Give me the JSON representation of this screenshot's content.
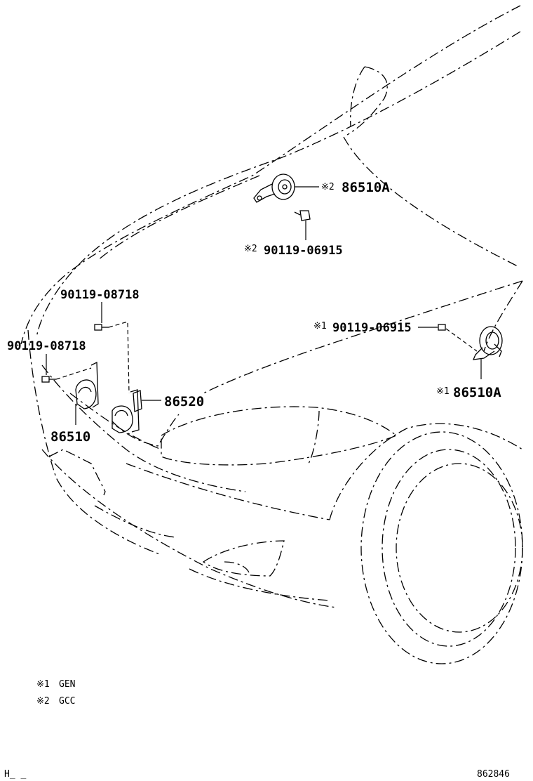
{
  "callouts": {
    "horn_upper": {
      "mark": "※2",
      "part": "86510A"
    },
    "bolt_upper": {
      "mark": "※2",
      "part": "90119-06915"
    },
    "bolt_left_top": {
      "part": "90119-08718"
    },
    "bolt_left_side": {
      "part": "90119-08718"
    },
    "bracket": {
      "part": "86520"
    },
    "horn_left": {
      "part": "86510"
    },
    "bolt_right": {
      "mark": "※1",
      "part": "90119-06915"
    },
    "horn_right": {
      "mark": "※1",
      "part": "86510A"
    }
  },
  "legend": [
    {
      "mark": "※1",
      "text": "GEN"
    },
    {
      "mark": "※2",
      "text": "GCC"
    }
  ],
  "footer": {
    "left_code": "H_  _",
    "figure_number": "862846"
  }
}
